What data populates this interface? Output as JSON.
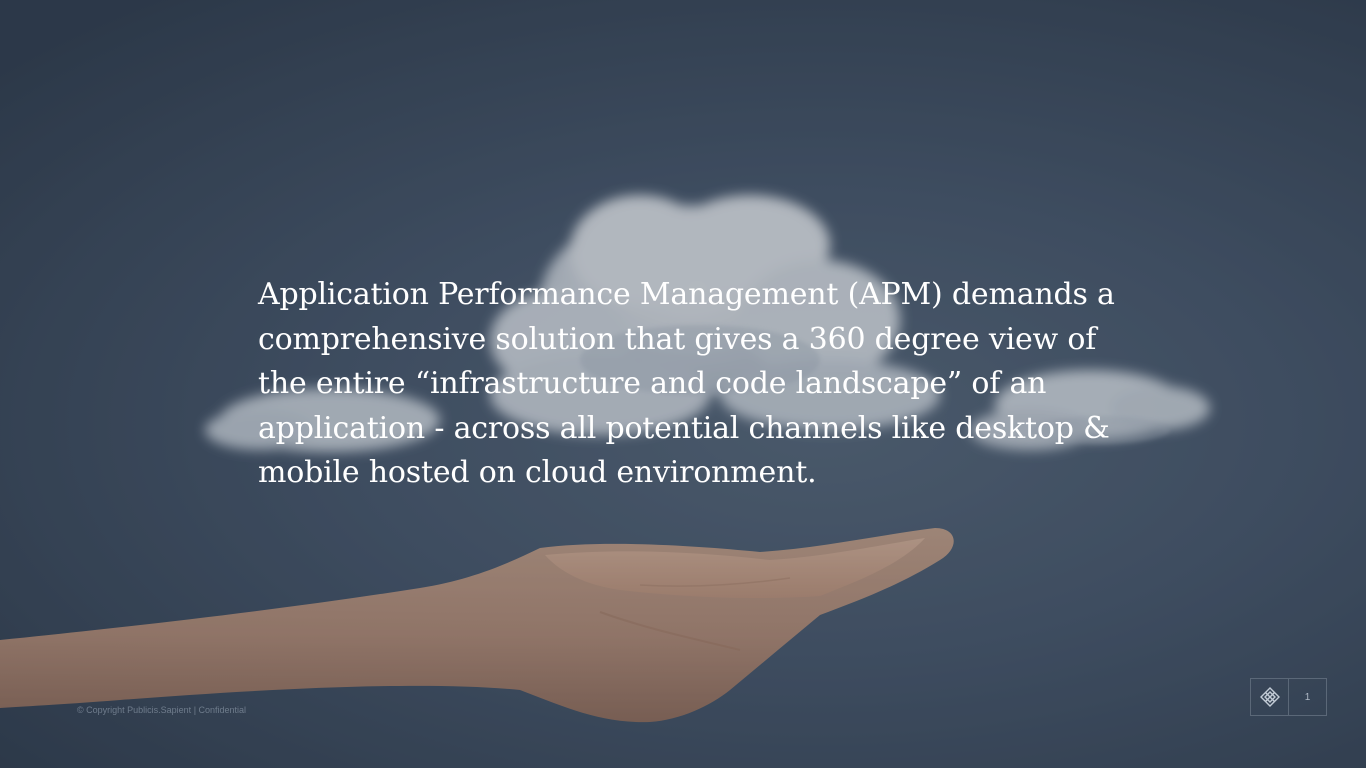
{
  "slide": {
    "body_text": "Application Performance Management (APM) demands a comprehensive solution that gives a 360 degree view of the entire “infrastructure and code landscape” of an application - across all potential channels like desktop & mobile hosted on cloud environment.",
    "copyright": "© Copyright Publicis.Sapient | Confidential",
    "page_number": "1",
    "logo_icon": "publicis-sapient-logo-icon",
    "background_image": "cloud-floating-above-open-hand-photo"
  },
  "colors": {
    "background": "#45556a",
    "text": "#ffffff",
    "footer_text": "#6f7c8c"
  }
}
